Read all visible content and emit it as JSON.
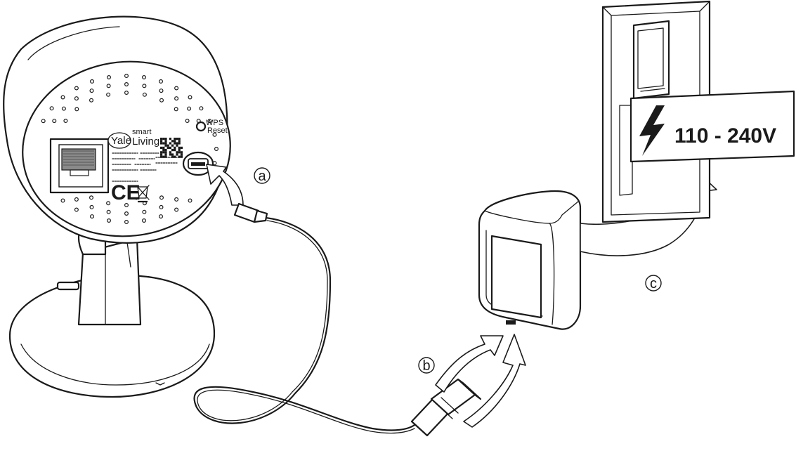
{
  "labels": {
    "step_a": "a",
    "step_b": "b",
    "step_c": "c"
  },
  "voltage_text": "110 - 240V",
  "camera_markings": {
    "brand_yale": "Yale",
    "brand_small": "smart",
    "brand_living": "Living",
    "wps_line1": "WPS",
    "wps_line2": "Reset",
    "ce_mark": "CE"
  },
  "icons": [
    "lightning-bolt-icon",
    "weee-bin-icon",
    "qr-code-icon"
  ],
  "colors": {
    "line": "#1a1a1a",
    "ethernet_port": "#8a8a8a",
    "background": "#ffffff"
  }
}
